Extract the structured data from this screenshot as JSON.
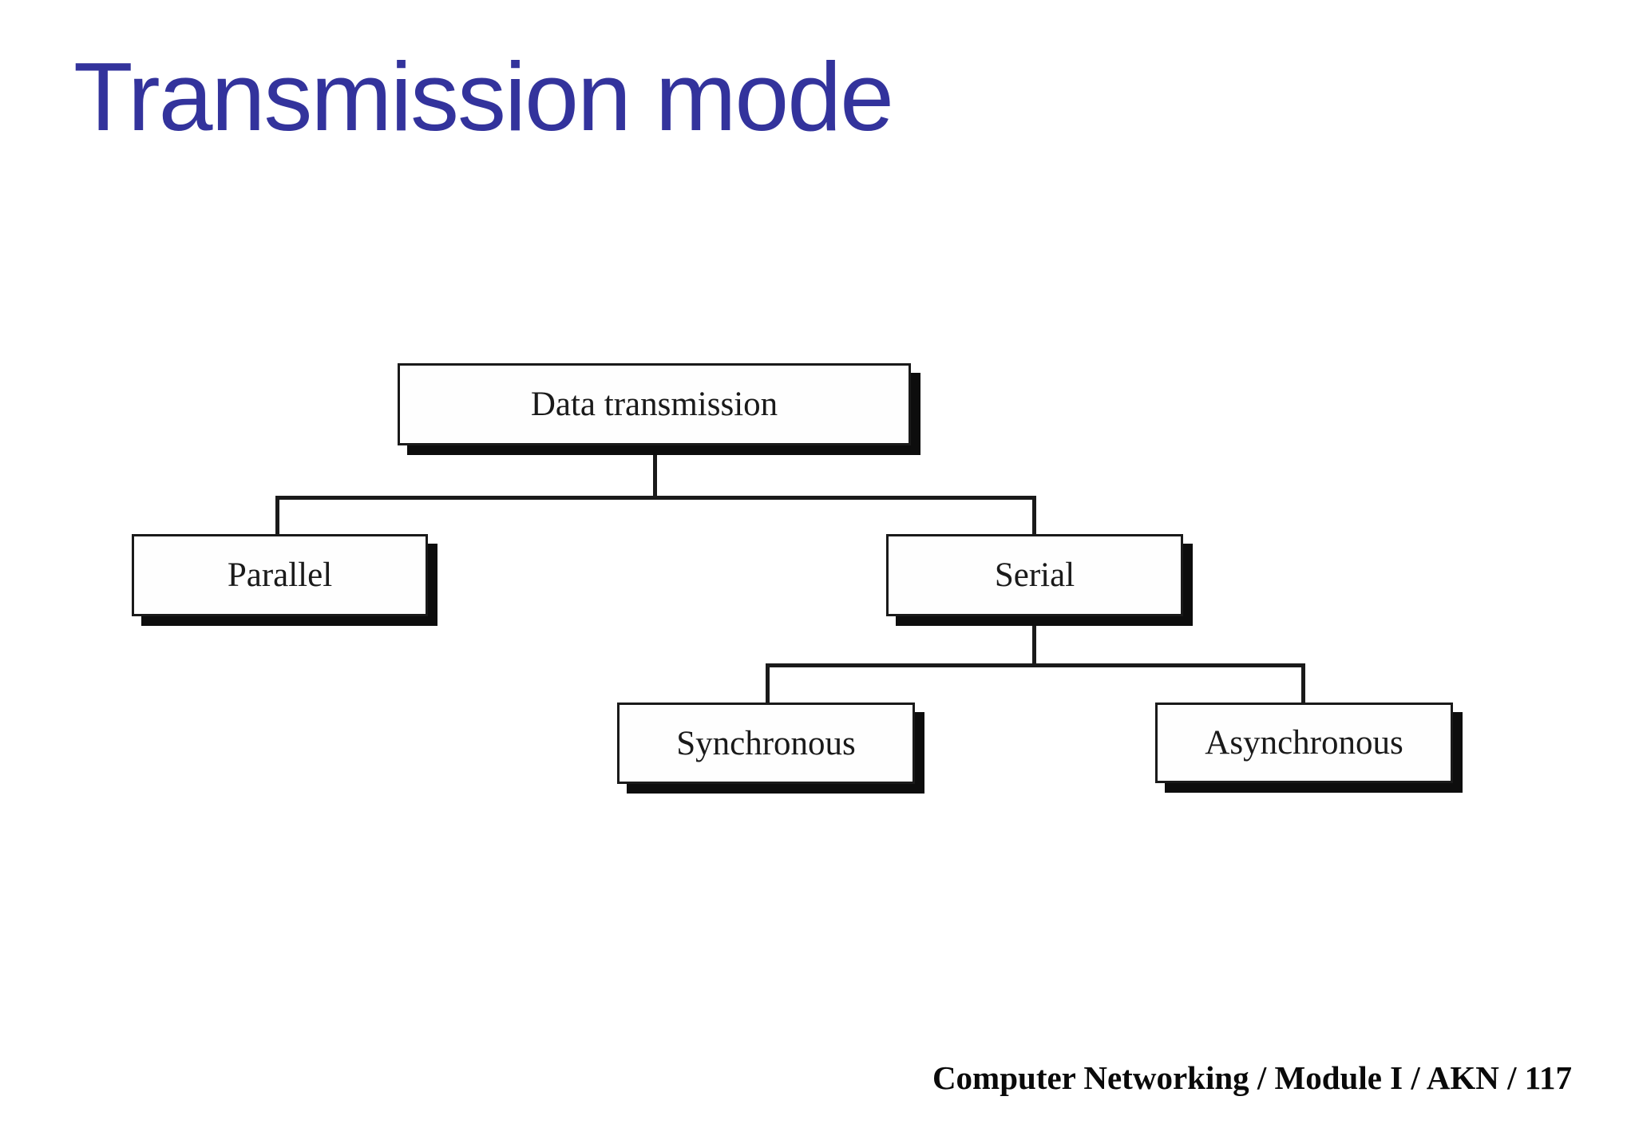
{
  "slide": {
    "title": "Transmission mode",
    "footer": "Computer Networking / Module I / AKN / 117",
    "colors": {
      "title_text": "#33339c",
      "diagram_text": "#1a1a1a",
      "box_fill": "#fefefe",
      "box_border": "#1a1a1a",
      "box_shadow": "#0d0d0d",
      "background": "#ffffff"
    }
  },
  "diagram": {
    "type": "tree",
    "nodes": [
      {
        "id": "data-transmission",
        "label": "Data transmission",
        "level": 0
      },
      {
        "id": "parallel",
        "label": "Parallel",
        "level": 1
      },
      {
        "id": "serial",
        "label": "Serial",
        "level": 1
      },
      {
        "id": "synchronous",
        "label": "Synchronous",
        "level": 2
      },
      {
        "id": "asynchronous",
        "label": "Asynchronous",
        "level": 2
      }
    ],
    "edges": [
      {
        "from": "data-transmission",
        "to": "parallel"
      },
      {
        "from": "data-transmission",
        "to": "serial"
      },
      {
        "from": "serial",
        "to": "synchronous"
      },
      {
        "from": "serial",
        "to": "asynchronous"
      }
    ]
  }
}
